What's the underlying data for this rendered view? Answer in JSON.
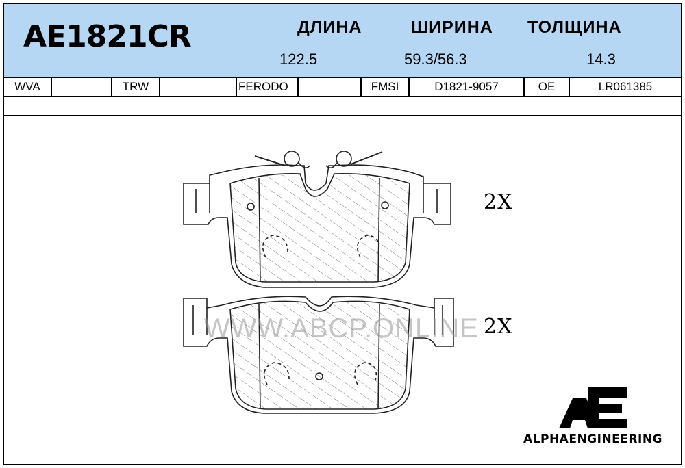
{
  "header": {
    "part_number": "AE1821CR",
    "length_label": "ДЛИНА",
    "width_label": "ШИРИНА",
    "thickness_label": "ТОЛЩИНА",
    "length_value": "122.5",
    "width_value": "59.3/56.3",
    "thickness_value": "14.3",
    "background_color": "#b5d7f4"
  },
  "cross_reference": [
    {
      "label": "WVA",
      "value": ""
    },
    {
      "label": "TRW",
      "value": ""
    },
    {
      "label": "FERODO",
      "value": ""
    },
    {
      "label": "FMSI",
      "value": "D1821-9057"
    },
    {
      "label": "OE",
      "value": "LR061385"
    }
  ],
  "drawing": {
    "top_pad_count": "2X",
    "bottom_pad_count": "2X",
    "watermark": "WWW.ABCP.ONLINE"
  },
  "brand": {
    "logo_letters": "AE",
    "name": "ALPHAENGINEERING"
  }
}
